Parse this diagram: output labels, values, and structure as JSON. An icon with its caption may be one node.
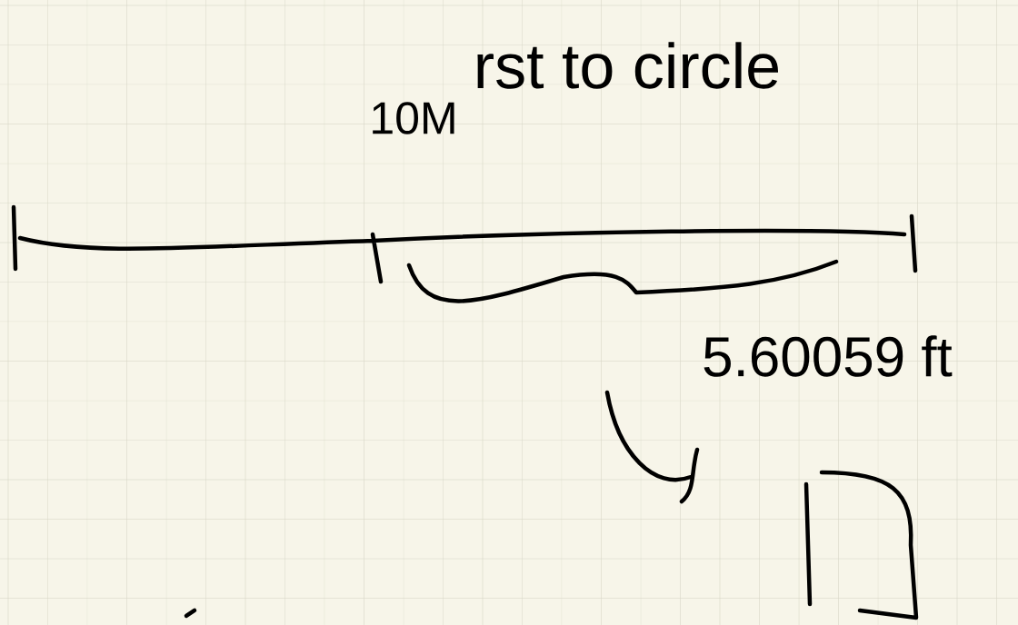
{
  "diagram": {
    "labels": [
      "rst to circle",
      "10M",
      "5.60059 ft"
    ]
  }
}
